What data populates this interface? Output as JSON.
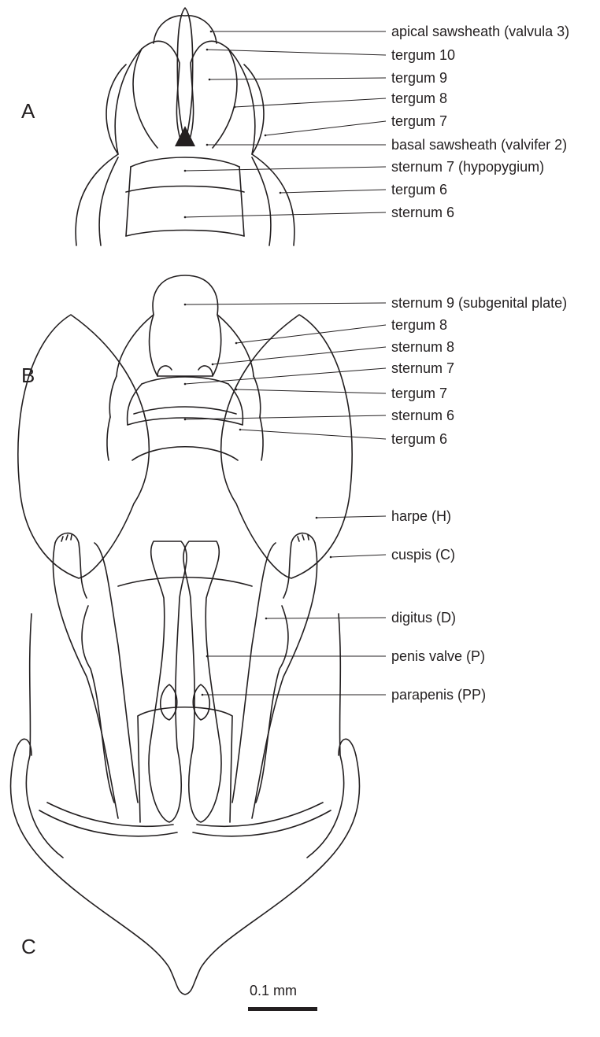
{
  "panels": {
    "a": {
      "letter": "A",
      "labels": [
        "apical sawsheath (valvula 3)",
        "tergum 10",
        "tergum 9",
        "tergum 8",
        "tergum 7",
        "basal sawsheath (valvifer 2)",
        "sternum 7 (hypopygium)",
        "tergum 6",
        "sternum 6"
      ]
    },
    "b": {
      "letter": "B",
      "labels": [
        "sternum 9 (subgenital plate)",
        "tergum 8",
        "sternum 8",
        "sternum 7",
        "tergum 7",
        "sternum 6",
        "tergum 6"
      ]
    },
    "c": {
      "letter": "C",
      "labels": [
        "harpe (H)",
        "cuspis (C)",
        "digitus (D)",
        "penis valve (P)",
        "parapenis (PP)"
      ]
    }
  },
  "scale_bar": {
    "label": "0.1 mm"
  }
}
